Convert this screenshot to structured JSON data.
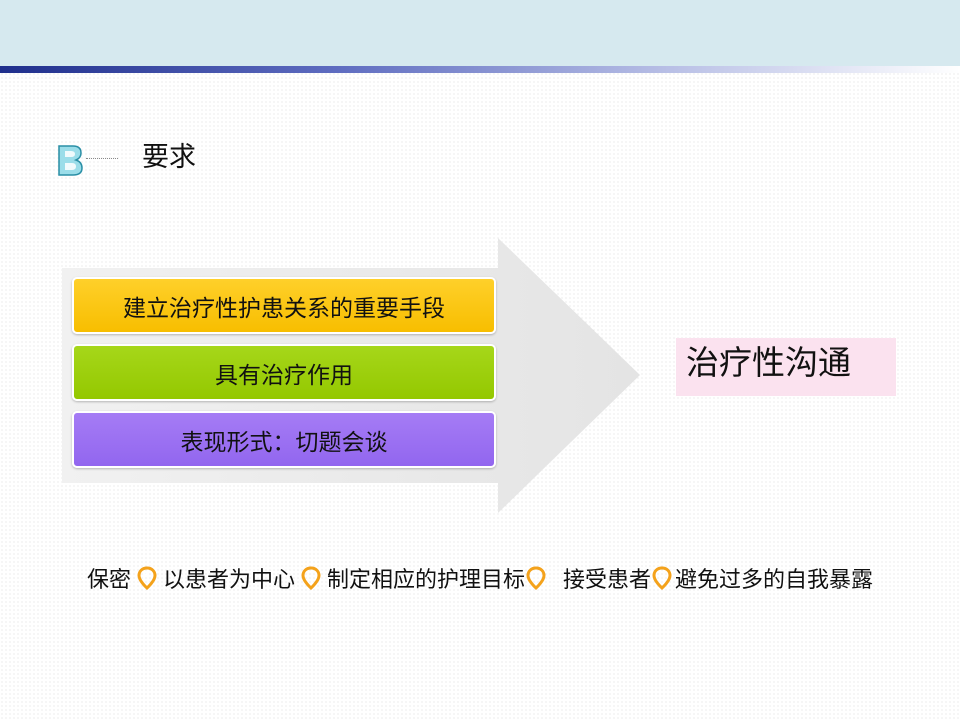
{
  "slide": {
    "section_title": "要求",
    "section_icon": "section-marker-icon",
    "process_items": [
      "建立治疗性护患关系的重要手段",
      "具有治疗作用",
      "表现形式：切题会谈"
    ],
    "result": "治疗性沟通",
    "requirements": [
      "保密",
      "以患者为中心",
      "制定相应的护理目标",
      "接受患者",
      "避免过多的自我暴露"
    ],
    "separator_icon": "location-pin-icon"
  },
  "colors": {
    "top_band": "#d6e9ef",
    "stripe_dark": "#1f2f8c",
    "box_yellow": "#f7be00",
    "box_green": "#94c800",
    "box_purple": "#9266ef",
    "result_bg": "#fbe2ef",
    "pin_orange": "#f4a21b"
  }
}
